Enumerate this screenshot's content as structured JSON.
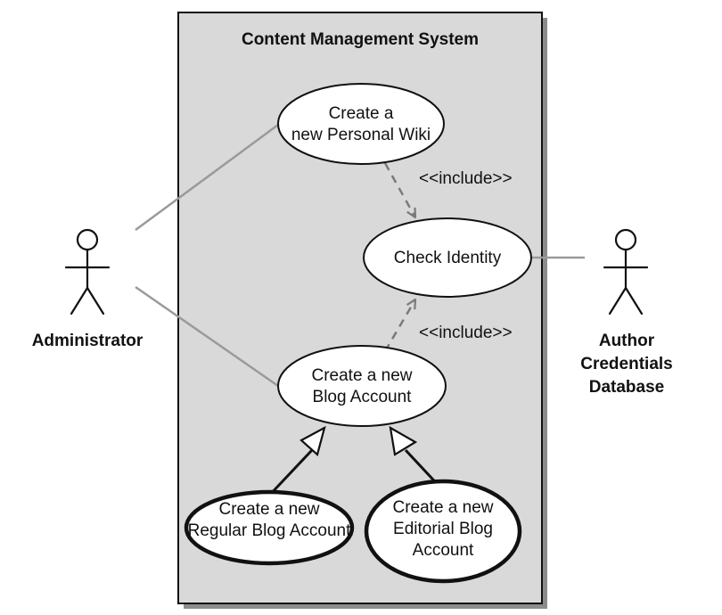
{
  "system": {
    "title": "Content Management System"
  },
  "actors": {
    "administrator": {
      "label": "Administrator"
    },
    "author_db": {
      "lines": [
        "Author",
        "Credentials",
        "Database"
      ]
    }
  },
  "use_cases": {
    "personal_wiki": {
      "lines": [
        "Create a",
        "new Personal Wiki"
      ]
    },
    "check_identity": {
      "lines": [
        "Check Identity"
      ]
    },
    "blog_account": {
      "lines": [
        "Create a new",
        "Blog Account"
      ]
    },
    "regular_blog": {
      "lines": [
        "Create a new",
        "Regular Blog Account"
      ]
    },
    "editorial_blog": {
      "lines": [
        "Create a new",
        "Editorial Blog",
        "Account"
      ]
    }
  },
  "relations": {
    "include_top": "<<include>>",
    "include_bottom": "<<include>>"
  },
  "colors": {
    "system_fill": "#d9d9d9",
    "line_gray": "#9a9a9a",
    "dashed": "#7a7a7a",
    "stroke": "#111111"
  }
}
